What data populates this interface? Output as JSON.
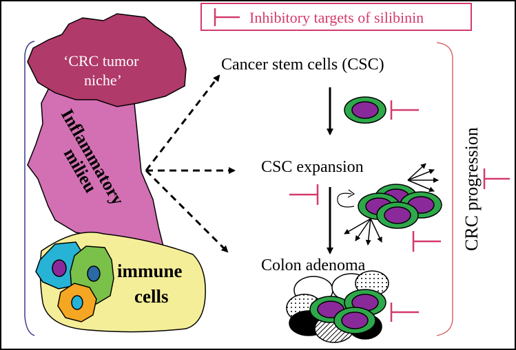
{
  "legend": {
    "label": "Inhibitory targets of silibinin",
    "color": "#d33a6a"
  },
  "left_panel": {
    "niche_label_line1": "‘CRC tumor",
    "niche_label_line2": "niche’",
    "milieu_label_line1": "Inflammatory",
    "milieu_label_line2": "milieu",
    "immune_label_line1": "immune",
    "immune_label_line2": "cells"
  },
  "stages": {
    "csc": "Cancer stem cells (CSC)",
    "expansion": "CSC expansion",
    "adenoma": "Colon adenoma"
  },
  "progression_label": "CRC progression",
  "colors": {
    "niche": "#b03a6a",
    "milieu": "#d270b3",
    "immune_bg": "#f5ee99",
    "cell_green": "#2ea84a",
    "cell_purple": "#8a2a9a",
    "bracket_left": "#3a3a8a",
    "bracket_right": "#d66a6a",
    "inhibit": "#d33a6a"
  }
}
